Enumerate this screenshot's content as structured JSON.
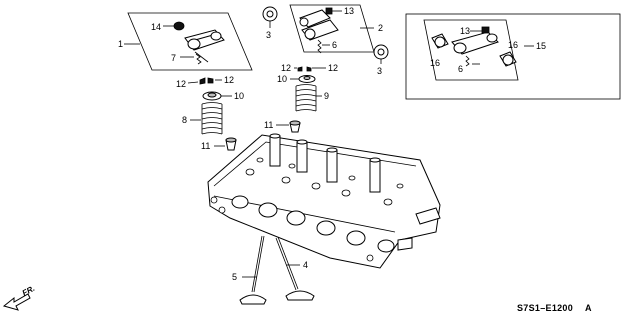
{
  "callouts": {
    "c1": "1",
    "c2": "2",
    "c3a": "3",
    "c3b": "3",
    "c4": "4",
    "c5": "5",
    "c6a": "6",
    "c6b": "6",
    "c7": "7",
    "c8": "8",
    "c9": "9",
    "c10a": "10",
    "c10b": "10",
    "c11a": "11",
    "c11b": "11",
    "c12a": "12",
    "c12b": "12",
    "c12c": "12",
    "c12d": "12",
    "c13a": "13",
    "c13b": "13",
    "c14": "14",
    "c15": "15",
    "c16a": "16",
    "c16b": "16"
  },
  "direction_label": "FR.",
  "diagram_code": "S7S1–E1200",
  "diagram_code_suffix": "A"
}
